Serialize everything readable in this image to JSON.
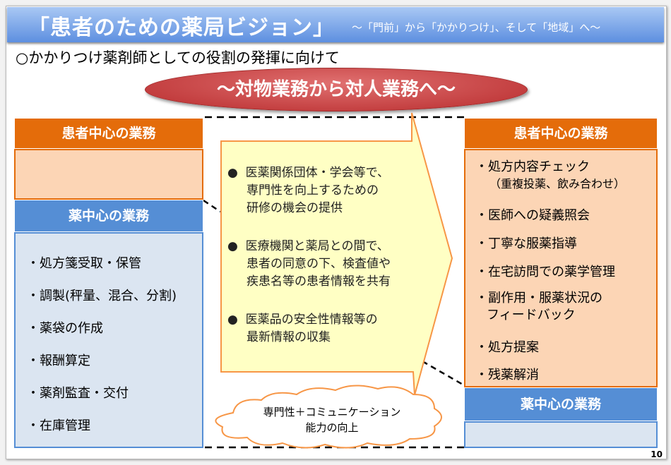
{
  "title": "「患者のための薬局ビジョン」",
  "subtitle": "～「門前」から「かかりつけ」、そして「地域」へ～",
  "lead": "○かかりつけ薬剤師としての役割の発揮に向けて",
  "banner": "～対物業務から対人業務へ～",
  "left": {
    "patient_header": "患者中心の業務",
    "drug_header": "薬中心の業務",
    "items": [
      "・処方箋受取・保管",
      "・調製(秤量、混合、分割)",
      "・薬袋の作成",
      "・報酬算定",
      "・薬剤監査・交付",
      "・在庫管理"
    ]
  },
  "center": {
    "bullets": [
      [
        "医薬関係団体・学会等で、",
        "専門性を向上するための",
        "研修の機会の提供"
      ],
      [
        "医療機関と薬局との間で、",
        "患者の同意の下、検査値や",
        "疾患名等の患者情報を共有"
      ],
      [
        "医薬品の安全性情報等の",
        "最新情報の収集"
      ]
    ],
    "cloud": [
      "専門性＋コミュニケーション",
      "能力の向上"
    ]
  },
  "right": {
    "patient_header": "患者中心の業務",
    "drug_header": "薬中心の業務",
    "items": [
      [
        "・処方内容チェック",
        "（重複投薬、飲み合わせ）"
      ],
      [
        "・医師への疑義照会"
      ],
      [
        "・丁寧な服薬指導"
      ],
      [
        "・在宅訪問での薬学管理"
      ],
      [
        "・副作用・服薬状況の",
        "フィードバック"
      ],
      [
        "・処方提案"
      ],
      [
        "・残薬解消"
      ]
    ]
  },
  "page_number": "10"
}
